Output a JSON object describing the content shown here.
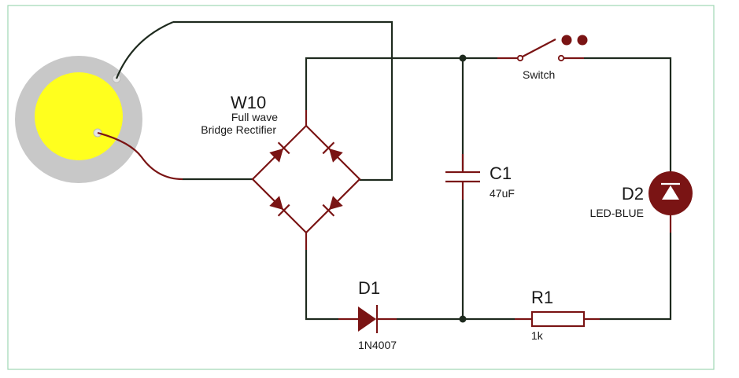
{
  "components": {
    "bridge": {
      "ref": "W10",
      "desc_line1": "Full wave",
      "desc_line2": "Bridge Rectifier"
    },
    "switch": {
      "label": "Switch"
    },
    "capacitor": {
      "ref": "C1",
      "value": "47uF"
    },
    "led": {
      "ref": "D2",
      "value": "LED-BLUE"
    },
    "diode": {
      "ref": "D1",
      "value": "1N4007"
    },
    "resistor": {
      "ref": "R1",
      "value": "1k"
    }
  },
  "colors": {
    "wire": "#1e2a1e",
    "component": "#7a1414",
    "piezo_outer": "#c8c8c8",
    "piezo_inner": "#ffff1e",
    "frame": "#9fd7b4",
    "led_body": "#7a1414"
  },
  "icons": [
    "piezo-disc-icon",
    "bridge-rectifier-icon",
    "switch-icon",
    "capacitor-icon",
    "led-icon",
    "diode-icon",
    "resistor-icon"
  ]
}
